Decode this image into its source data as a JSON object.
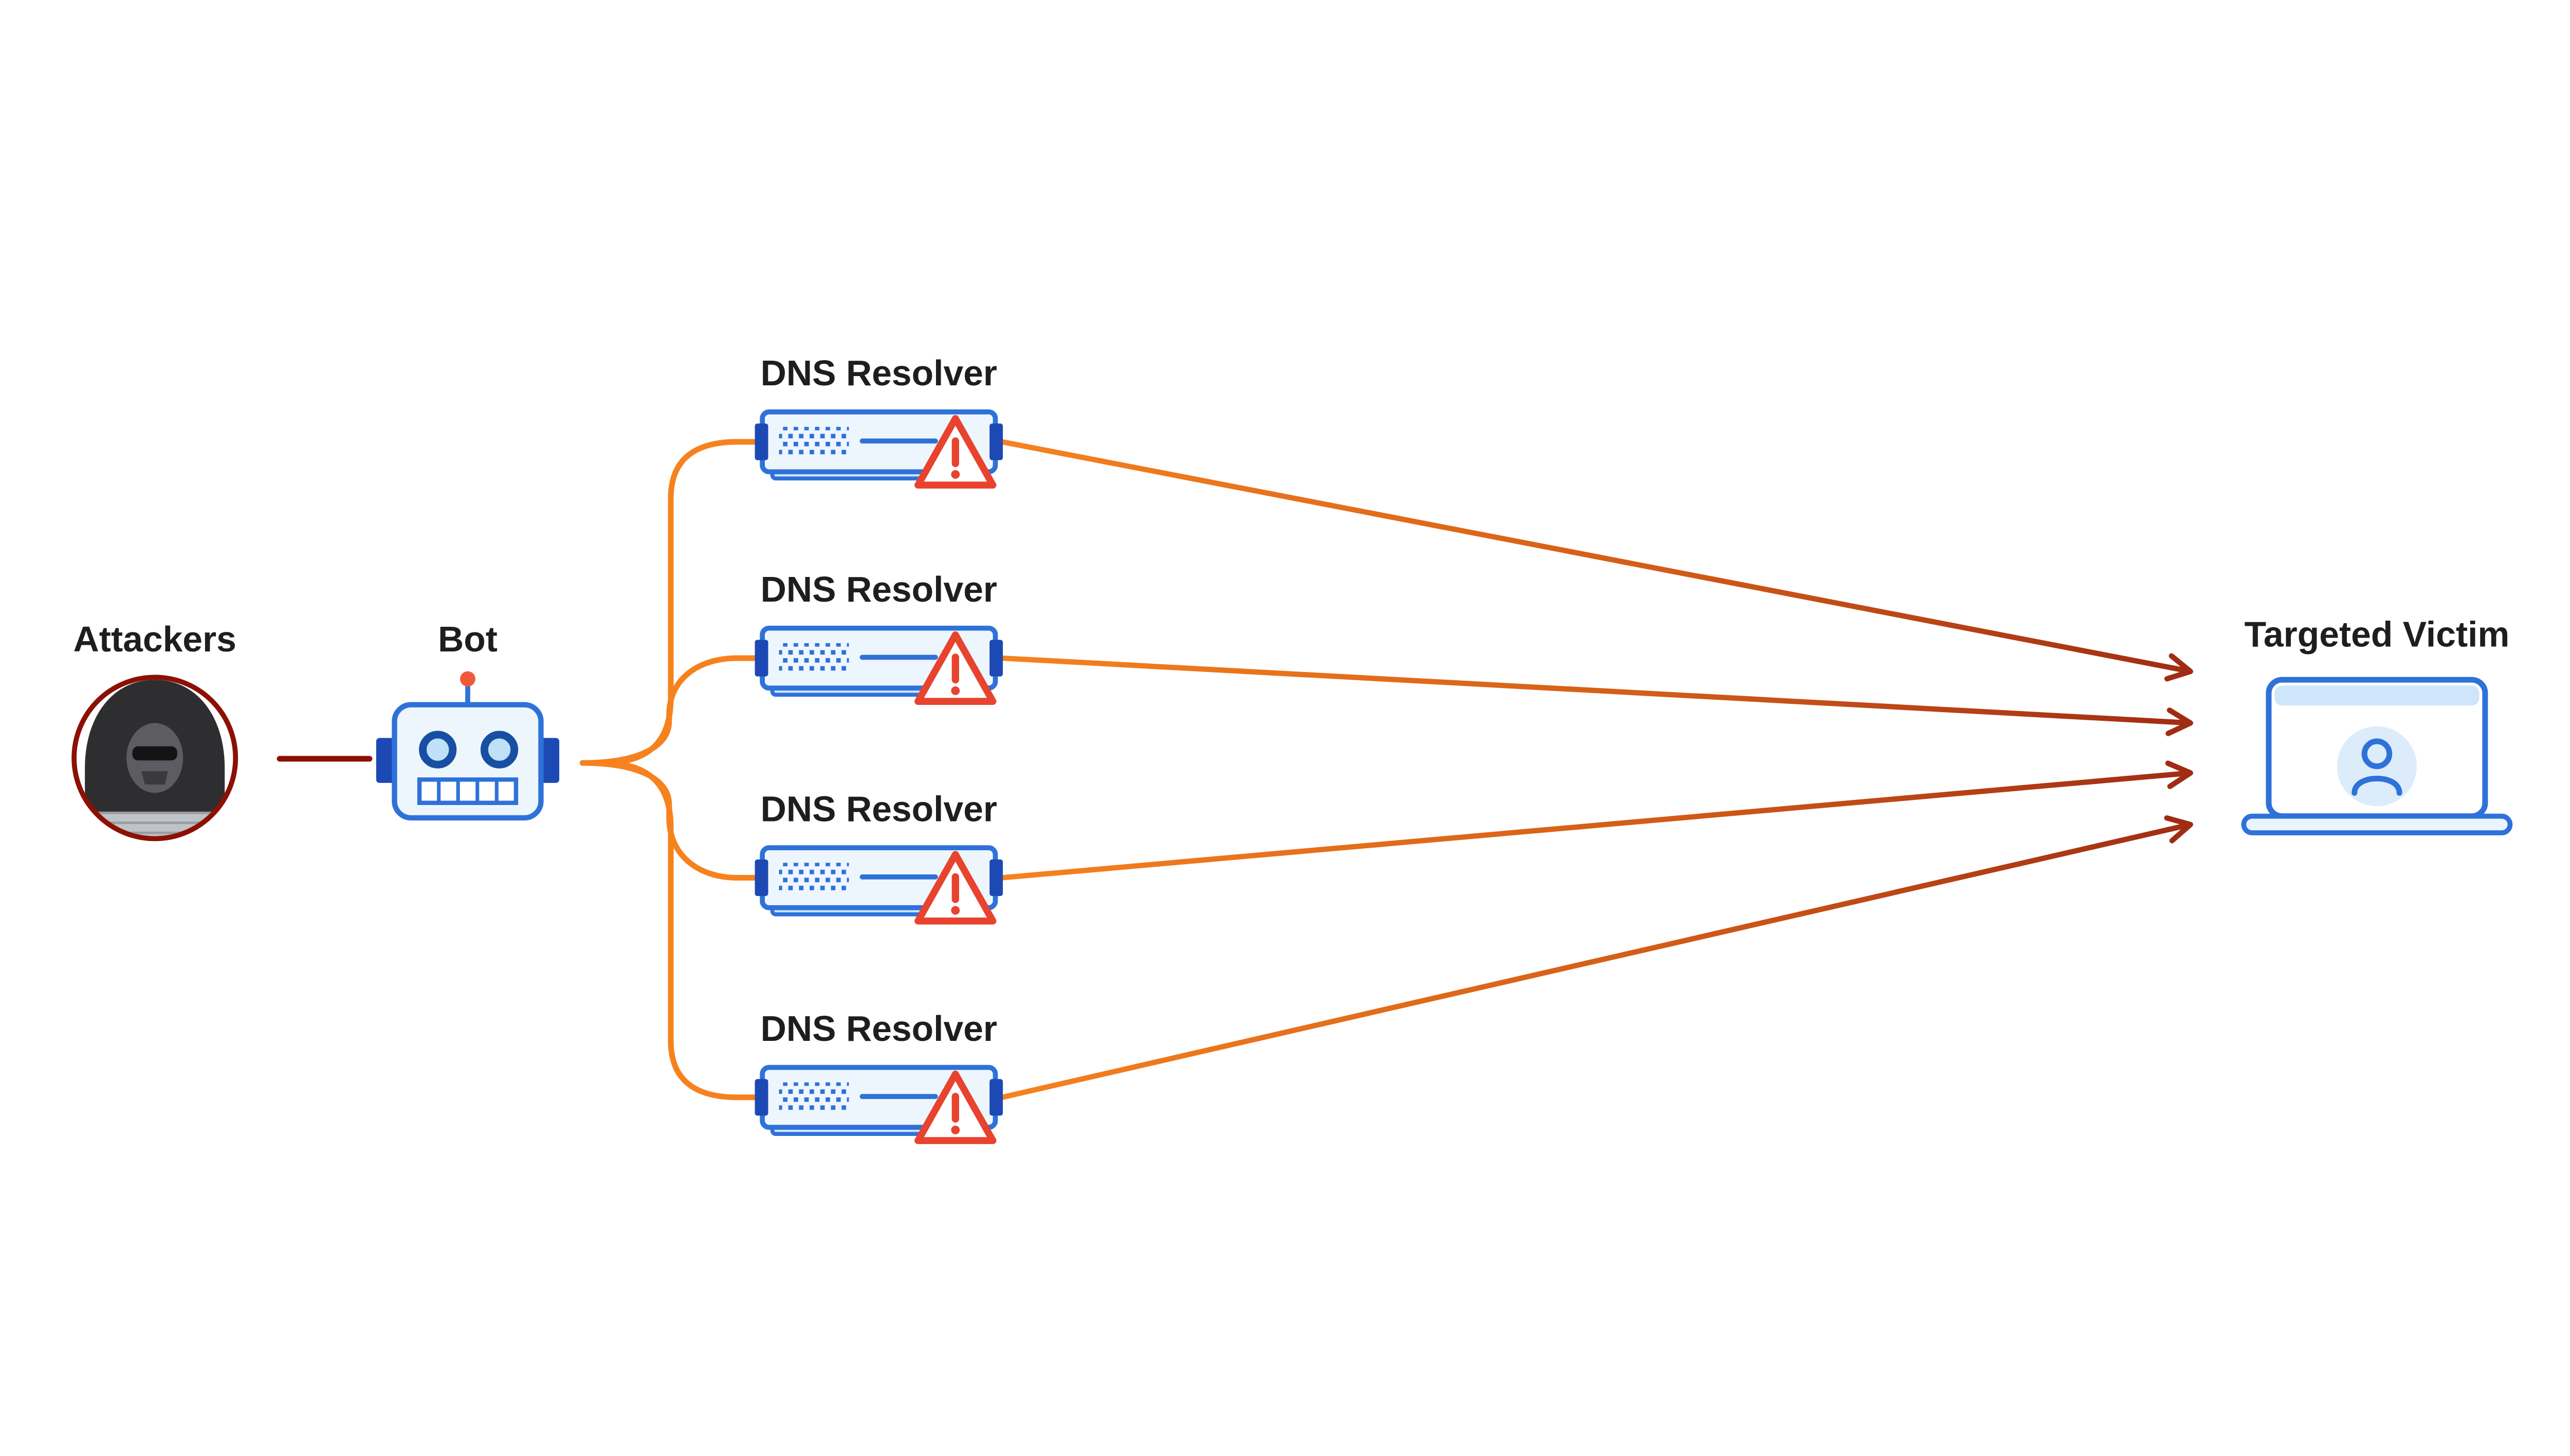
{
  "diagram": {
    "kind": "network-flow-diagram",
    "background": "#ffffff",
    "nodes": {
      "attackers": {
        "label": "Attackers",
        "icon": "hacker-icon"
      },
      "bot": {
        "label": "Bot",
        "icon": "robot-icon"
      },
      "resolvers": [
        {
          "label": "DNS Resolver",
          "icon": "dns-server-icon",
          "badge": "warning-icon"
        },
        {
          "label": "DNS Resolver",
          "icon": "dns-server-icon",
          "badge": "warning-icon"
        },
        {
          "label": "DNS Resolver",
          "icon": "dns-server-icon",
          "badge": "warning-icon"
        },
        {
          "label": "DNS Resolver",
          "icon": "dns-server-icon",
          "badge": "warning-icon"
        }
      ],
      "victim": {
        "label": "Targeted Victim",
        "icon": "laptop-icon"
      }
    },
    "edges": [
      {
        "from": "attackers",
        "to": "bot",
        "color": "#8c1004",
        "arrow": false
      },
      {
        "from": "bot",
        "to": "resolver-1",
        "color": "#f6821f",
        "arrow": false
      },
      {
        "from": "bot",
        "to": "resolver-2",
        "color": "#f6821f",
        "arrow": false
      },
      {
        "from": "bot",
        "to": "resolver-3",
        "color": "#f6821f",
        "arrow": false
      },
      {
        "from": "bot",
        "to": "resolver-4",
        "color": "#f6821f",
        "arrow": false
      },
      {
        "from": "resolver-1",
        "to": "victim",
        "gradient": [
          "#f6821f",
          "#a02c13"
        ],
        "arrow": true
      },
      {
        "from": "resolver-2",
        "to": "victim",
        "gradient": [
          "#f6821f",
          "#a02c13"
        ],
        "arrow": true
      },
      {
        "from": "resolver-3",
        "to": "victim",
        "gradient": [
          "#f6821f",
          "#a02c13"
        ],
        "arrow": true
      },
      {
        "from": "resolver-4",
        "to": "victim",
        "gradient": [
          "#f6821f",
          "#a02c13"
        ],
        "arrow": true
      }
    ],
    "colors": {
      "blue_stroke": "#2e72d9",
      "blue_dark": "#1d49b5",
      "blue_light_fill": "#eef6fd",
      "blue_pale_fill": "#cfe6fa",
      "orange": "#f6821f",
      "dark_red": "#a02c13",
      "attacker_red": "#8c1004",
      "warning_red": "#e8432e",
      "label_text": "#1e1e1e"
    }
  }
}
